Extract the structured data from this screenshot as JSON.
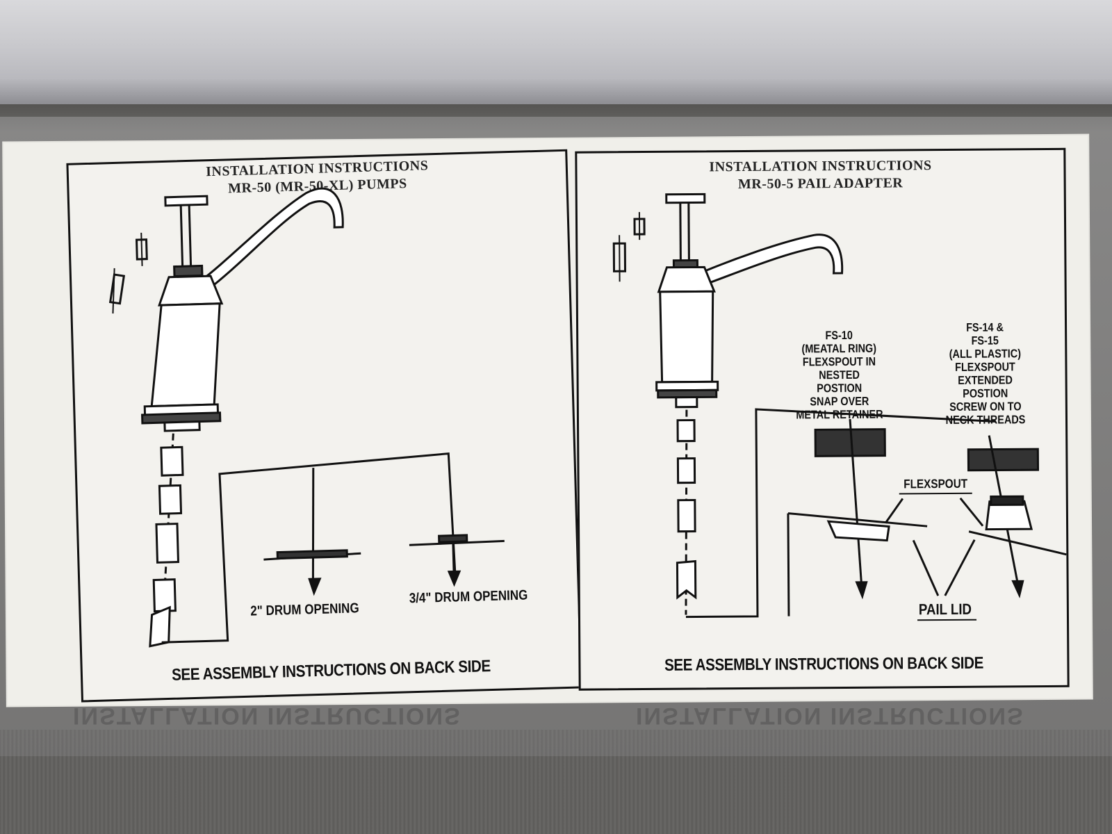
{
  "left_panel": {
    "title_line1": "INSTALLATION INSTRUCTIONS",
    "title_line2": "MR-50  (MR-50-XL)  PUMPS",
    "drum_opening_2": "2\" DRUM OPENING",
    "drum_opening_34": "3/4\" DRUM OPENING",
    "footer": "SEE ASSEMBLY INSTRUCTIONS ON BACK SIDE"
  },
  "right_panel": {
    "title_line1": "INSTALLATION INSTRUCTIONS",
    "title_line2": "MR-50-5  PAIL ADAPTER",
    "fs10_note": "FS-10\n(MEATAL RING)\nFLEXSPOUT IN\nNESTED\nPOSTION\nSNAP OVER\nMETAL RETAINER",
    "fs14_note": "FS-14 &\nFS-15\n(ALL PLASTIC)\nFLEXSPOUT\nEXTENDED\nPOSTION\nSCREW ON TO\nNECK THREADS",
    "flexspout_label": "FLEXSPOUT",
    "pail_lid_label": "PAIL LID",
    "footer": "SEE ASSEMBLY INSTRUCTIONS ON BACK SIDE"
  },
  "reflection": {
    "left": "INSTALLATION INSTRUCTIONS",
    "right": "INSTALLATION INSTRUCTIONS"
  },
  "colors": {
    "paper": "#f0efea",
    "ink": "#111111",
    "bag_background": "#6b6a68"
  }
}
